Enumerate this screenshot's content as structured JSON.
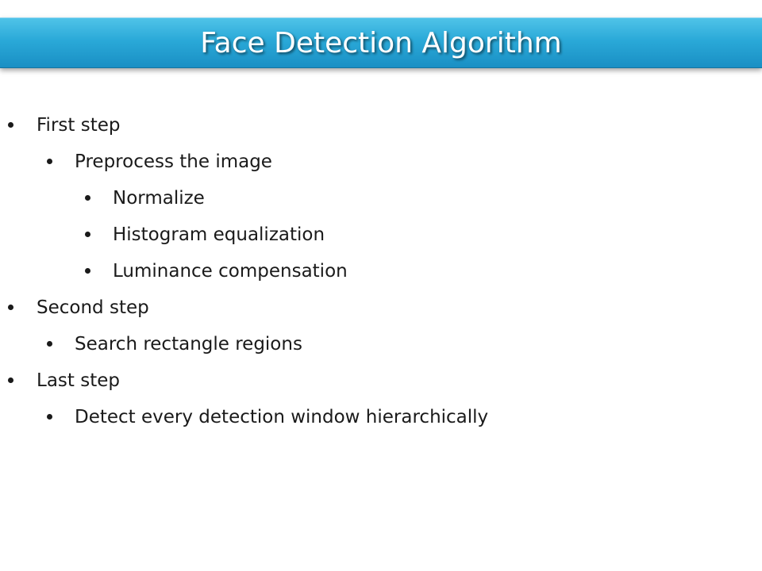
{
  "slide": {
    "title": "Face Detection Algorithm",
    "accent_color": "#2aa9d8"
  },
  "bullets": [
    {
      "level": 0,
      "text": "First step"
    },
    {
      "level": 1,
      "text": "Preprocess the image"
    },
    {
      "level": 2,
      "text": "Normalize"
    },
    {
      "level": 2,
      "text": "Histogram equalization"
    },
    {
      "level": 2,
      "text": "Luminance compensation"
    },
    {
      "level": 0,
      "text": "Second step"
    },
    {
      "level": 1,
      "text": "Search rectangle regions"
    },
    {
      "level": 0,
      "text": "Last step"
    },
    {
      "level": 1,
      "text": "Detect every detection window hierarchically"
    }
  ]
}
